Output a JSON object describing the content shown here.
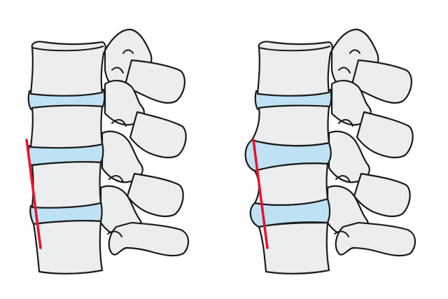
{
  "colors": {
    "background": "#ffffff",
    "bone": "#ebedef",
    "bone_outline": "#1a1a1a",
    "disc": "#bfe1f4",
    "alignment_line": "#e8132a"
  },
  "spines": [
    {
      "id": "left",
      "label": "",
      "vertebrae": 4,
      "discs": 3,
      "discs_bulging": false,
      "alignment_line": true
    },
    {
      "id": "right",
      "label": "",
      "vertebrae": 4,
      "discs": 3,
      "discs_bulging": true,
      "alignment_line": true
    }
  ]
}
